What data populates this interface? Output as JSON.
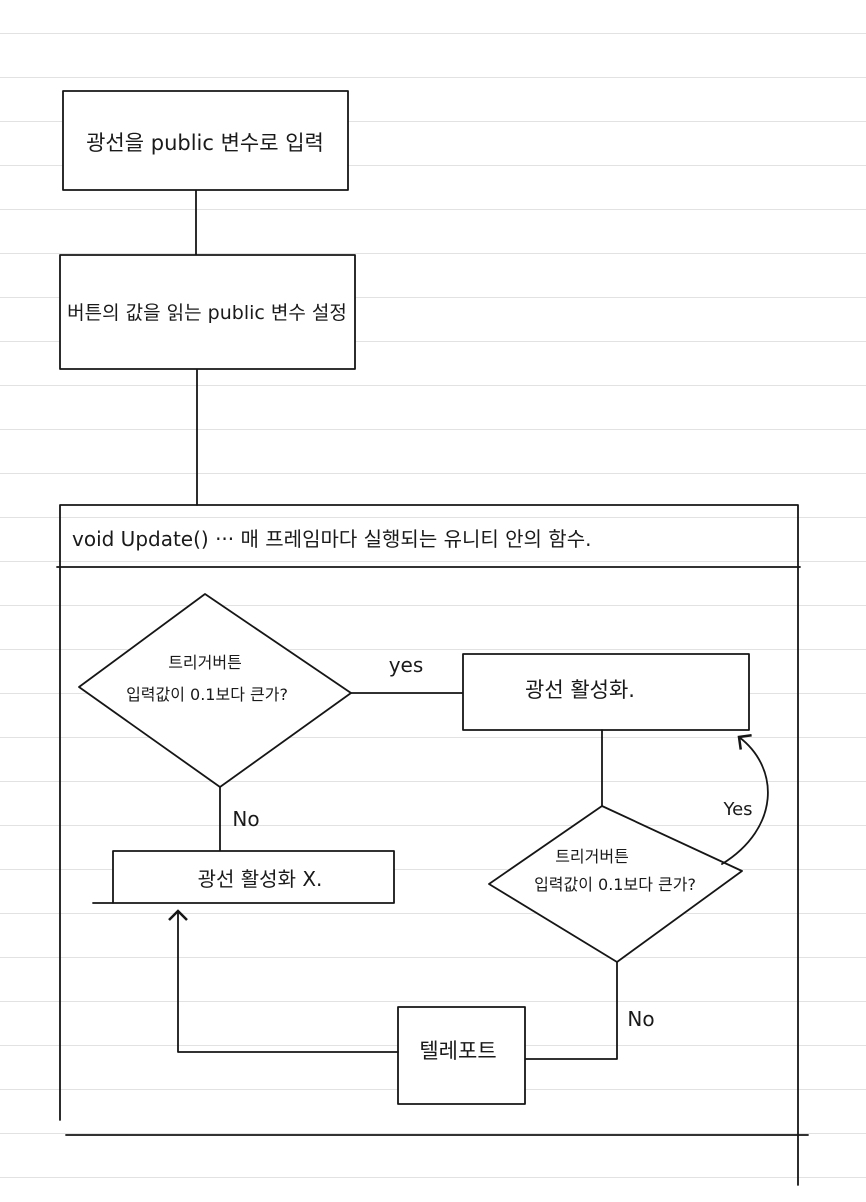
{
  "diagram": {
    "box1": "광선을 public 변수로 입력",
    "box2": "버튼의 값을 읽는 public 변수 설정",
    "update_header": "void Update() ··· 매 프레임마다 실행되는 유니티 안의 함수.",
    "decision1": {
      "line1": "트리거버튼",
      "line2": "입력값이 0.1보다 큰가?"
    },
    "yes_label_1": "yes",
    "laser_on": "광선 활성화.",
    "no_label_1": "No",
    "laser_off": "광선 활성화 X.",
    "decision2": {
      "line1": "트리거버튼",
      "line2": "입력값이 0.1보다 큰가?"
    },
    "yes_label_2": "Yes",
    "no_label_2": "No",
    "teleport": "텔레포트"
  },
  "colors": {
    "ink": "#161616",
    "paper": "#ffffff",
    "ruled_line": "#e2e2e2"
  }
}
